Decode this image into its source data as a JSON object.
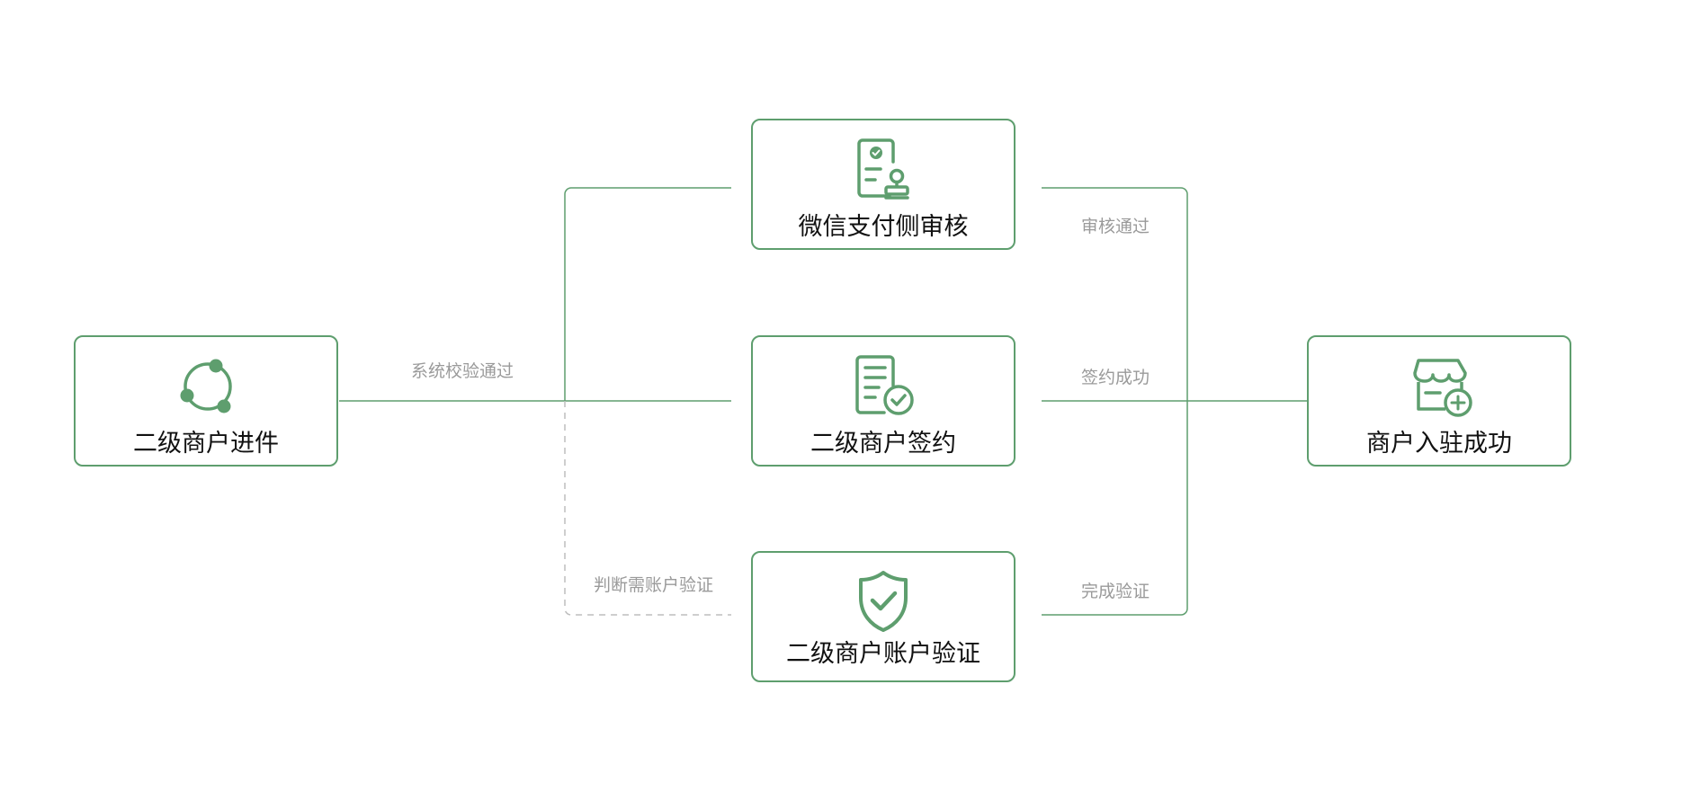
{
  "colors": {
    "accent": "#5e9e6e",
    "label_text": "#111111",
    "edge_text": "#9a9a9a",
    "dashed_line": "#bdbdbd"
  },
  "nodes": {
    "submit": {
      "label": "二级商户进件",
      "icon": "cycle-nodes-icon"
    },
    "wechat_review": {
      "label": "微信支付侧审核",
      "icon": "document-stamp-icon"
    },
    "sign": {
      "label": "二级商户签约",
      "icon": "document-check-icon"
    },
    "account_verify": {
      "label": "二级商户账户验证",
      "icon": "shield-check-icon"
    },
    "success": {
      "label": "商户入驻成功",
      "icon": "store-add-icon"
    }
  },
  "edges": {
    "system_check": "系统校验通过",
    "need_account_verify": "判断需账户验证",
    "review_passed": "审核通过",
    "sign_success": "签约成功",
    "verify_done": "完成验证"
  }
}
